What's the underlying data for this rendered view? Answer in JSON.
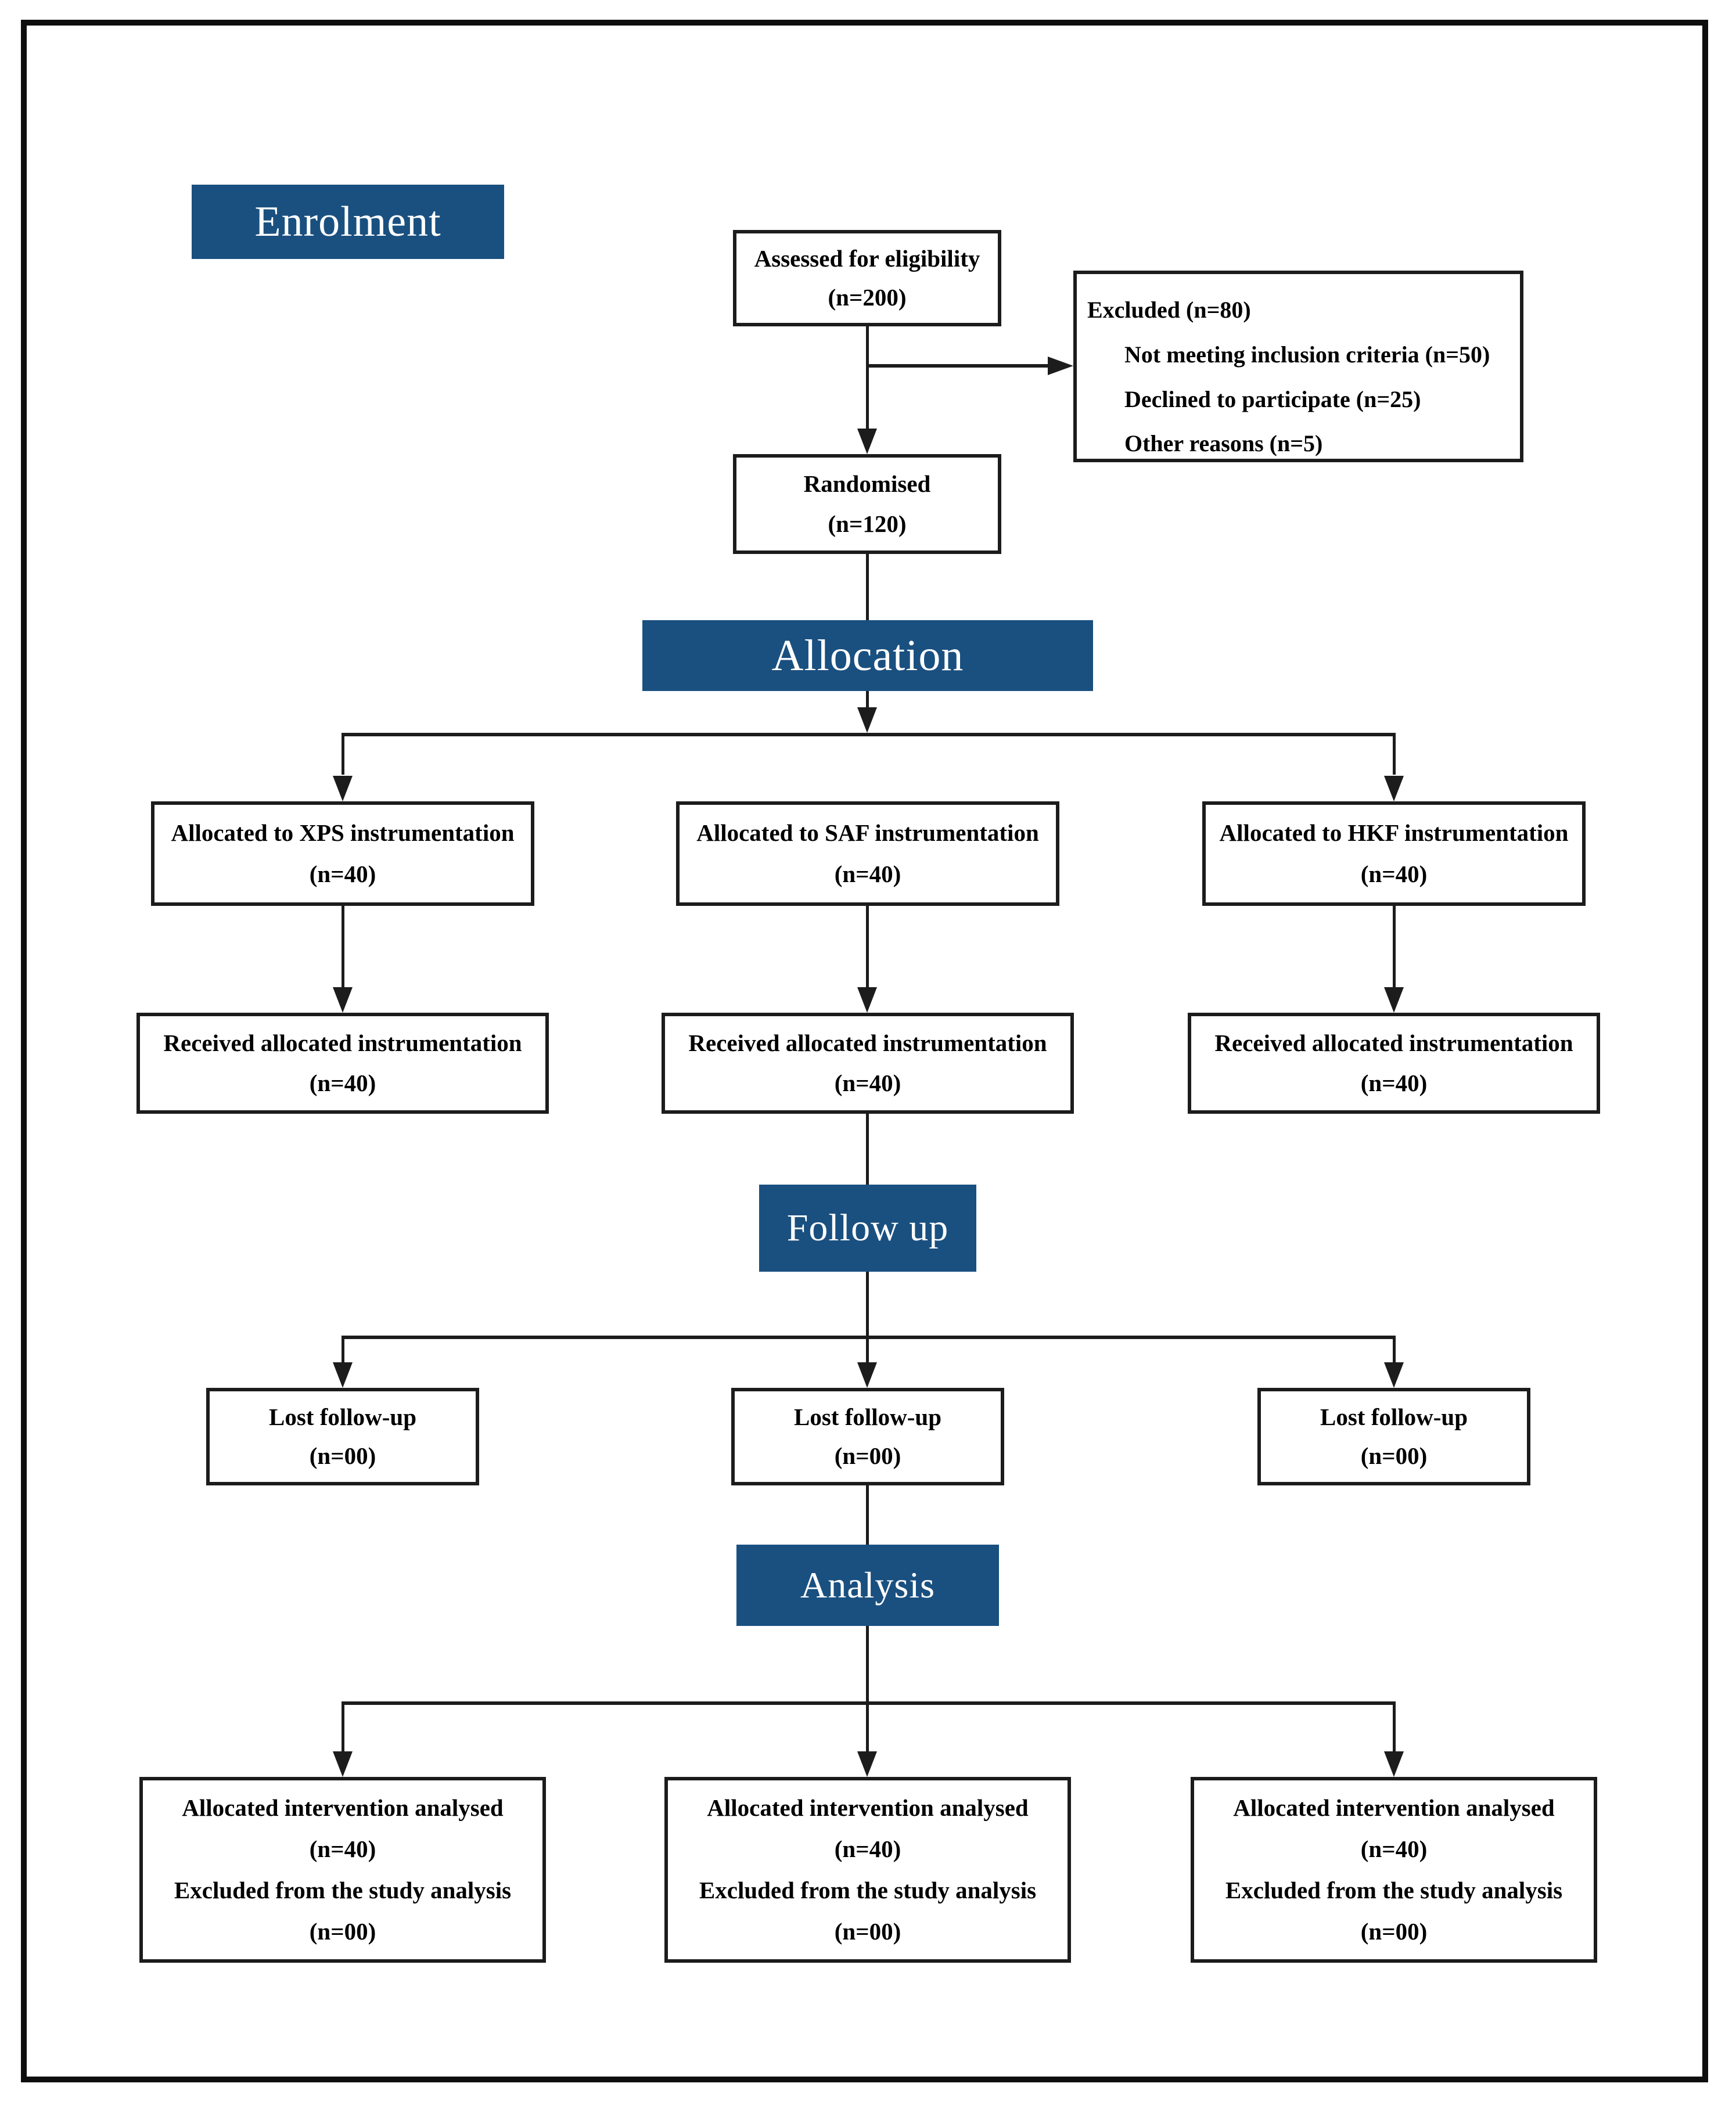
{
  "colors": {
    "band_blue": "#1A5080",
    "line_black": "#1c1c1c"
  },
  "bands": {
    "enrolment": "Enrolment",
    "allocation": "Allocation",
    "follow_up": "Follow up",
    "analysis": "Analysis"
  },
  "enrolment": {
    "assessed": {
      "title": "Assessed for eligibility",
      "n": "(n=200)"
    },
    "excluded": {
      "title": "Excluded (n=80)",
      "reasons": [
        "Not meeting inclusion criteria (n=50)",
        "Declined to participate (n=25)",
        "Other reasons (n=5)"
      ]
    },
    "randomised": {
      "title": "Randomised",
      "n": "(n=120)"
    }
  },
  "allocation": {
    "xps": {
      "title": "Allocated to XPS instrumentation",
      "n": "(n=40)"
    },
    "saf": {
      "title": "Allocated to SAF instrumentation",
      "n": "(n=40)"
    },
    "hkf": {
      "title": "Allocated to HKF instrumentation",
      "n": "(n=40)"
    },
    "received_xps": {
      "title": "Received allocated instrumentation",
      "n": "(n=40)"
    },
    "received_saf": {
      "title": "Received allocated instrumentation",
      "n": "(n=40)"
    },
    "received_hkf": {
      "title": "Received allocated instrumentation",
      "n": "(n=40)"
    }
  },
  "follow_up": {
    "lost_xps": {
      "title": "Lost follow-up",
      "n": "(n=00)"
    },
    "lost_saf": {
      "title": "Lost follow-up",
      "n": "(n=00)"
    },
    "lost_hkf": {
      "title": "Lost follow-up",
      "n": "(n=00)"
    }
  },
  "analysis": {
    "xps": {
      "analysed": "Allocated intervention analysed",
      "analysed_n": "(n=40)",
      "excluded": "Excluded from the study analysis",
      "excluded_n": "(n=00)"
    },
    "saf": {
      "analysed": "Allocated intervention analysed",
      "analysed_n": "(n=40)",
      "excluded": "Excluded from the study analysis",
      "excluded_n": "(n=00)"
    },
    "hkf": {
      "analysed": "Allocated intervention analysed",
      "analysed_n": "(n=40)",
      "excluded": "Excluded from the study analysis",
      "excluded_n": "(n=00)"
    }
  }
}
